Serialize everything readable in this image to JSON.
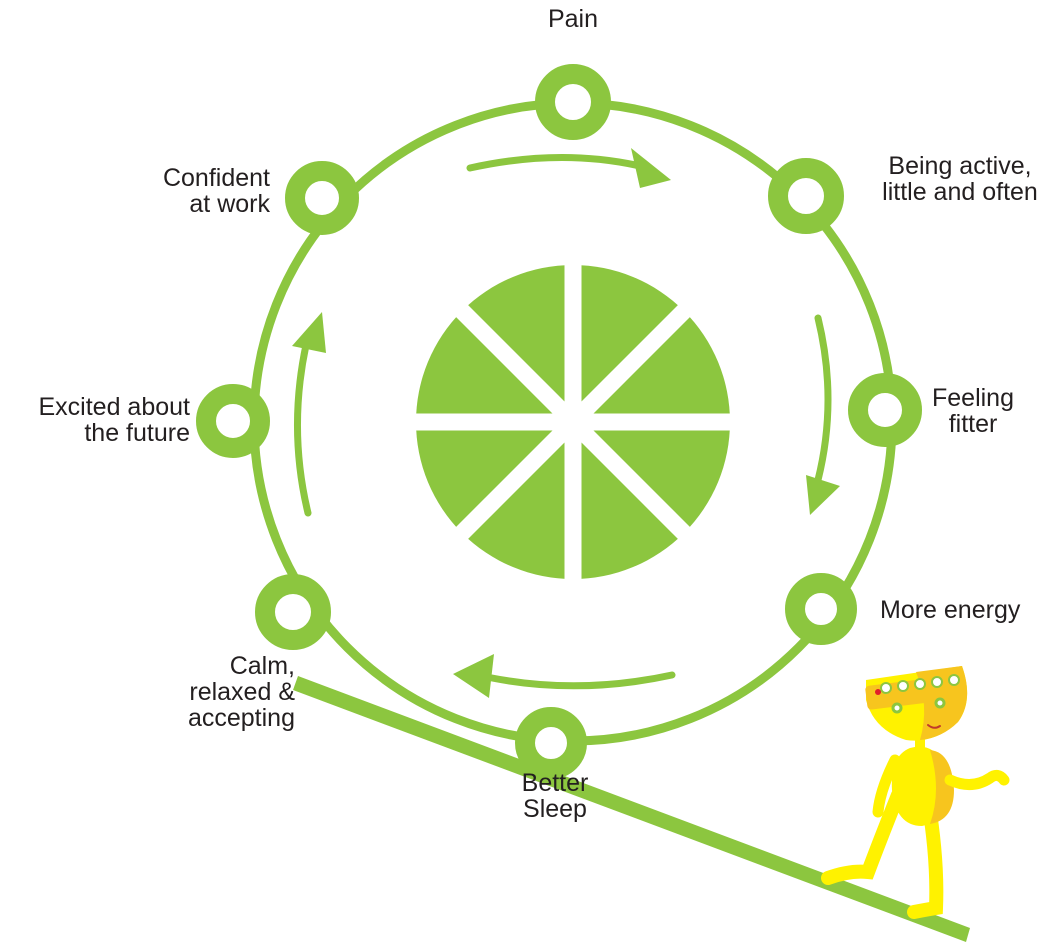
{
  "colors": {
    "accent": "#8cc63f",
    "figure_body": "#fff200",
    "figure_shadow": "#f7c51e",
    "text": "#231f20"
  },
  "nodes": {
    "pain": "Pain",
    "being_active": "Being active,\nlittle and often",
    "feeling_fitter": "Feeling\nfitter",
    "more_energy": "More energy",
    "better_sleep": "Better\nSleep",
    "calm": "Calm,\nrelaxed &\naccepting",
    "excited": "Excited about\nthe future",
    "confident": "Confident\nat work"
  },
  "icons": {
    "center": "segmented-circle-icon",
    "figure": "walking-figure-icon",
    "arrows": "clockwise-arrow-icon"
  }
}
